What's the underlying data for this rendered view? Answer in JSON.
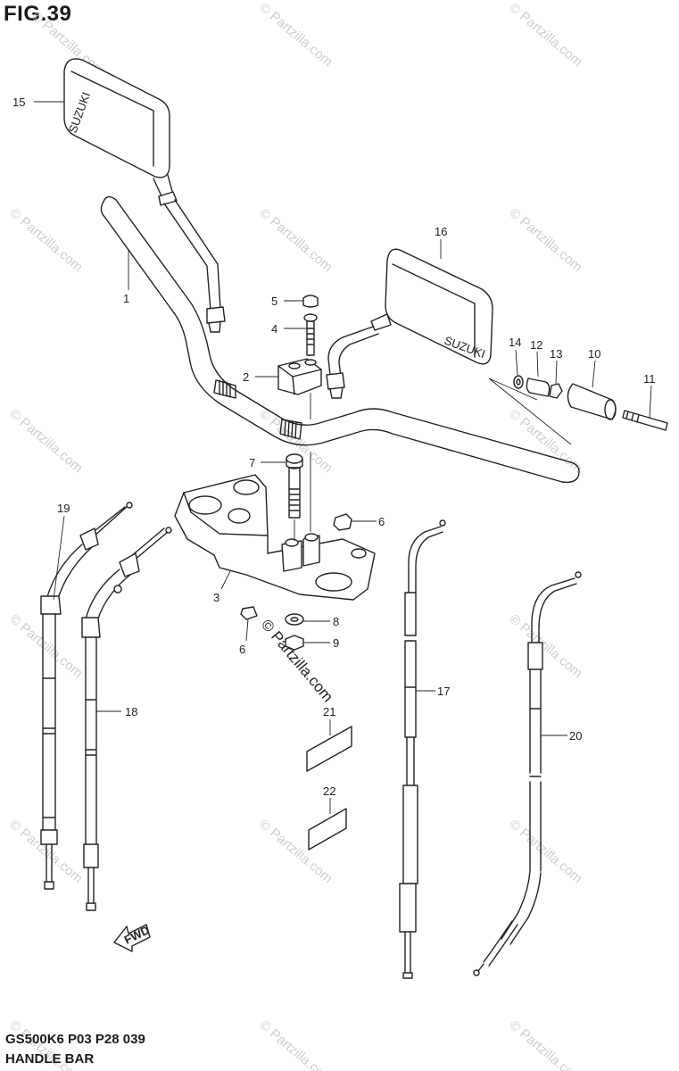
{
  "figure": {
    "title": "FIG.39",
    "model_code": "GS500K6 P03 P28  039",
    "name": "HANDLE BAR",
    "watermark": "© Partzilla.com",
    "mirror_logo": "SUZUKI",
    "direction_label": "FWD"
  },
  "part_numbers": {
    "p1": "1",
    "p2": "2",
    "p3": "3",
    "p4": "4",
    "p5": "5",
    "p6a": "6",
    "p6b": "6",
    "p7": "7",
    "p8": "8",
    "p9": "9",
    "p10": "10",
    "p11": "11",
    "p12": "12",
    "p13": "13",
    "p14": "14",
    "p15": "15",
    "p16": "16",
    "p17": "17",
    "p18": "18",
    "p19": "19",
    "p20": "20",
    "p21": "21",
    "p22": "22"
  }
}
